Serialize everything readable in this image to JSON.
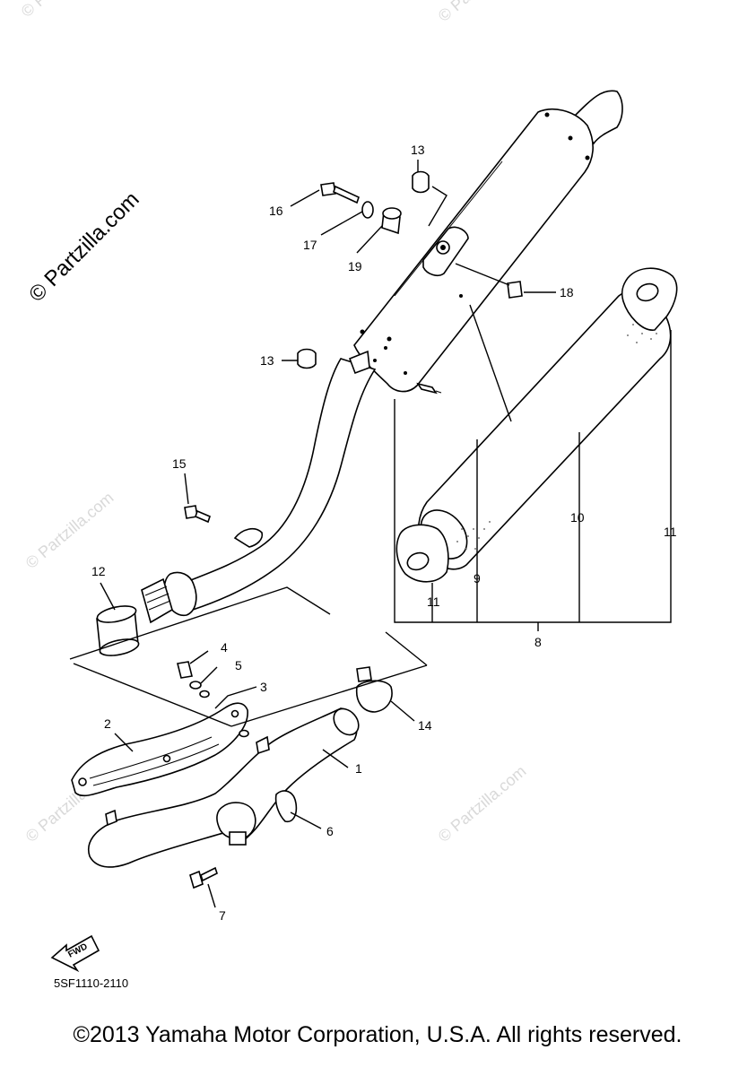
{
  "watermark": "© Partzilla.com",
  "side_watermark": "© Partzilla.com",
  "labels": {
    "p1": "1",
    "p2": "2",
    "p3": "3",
    "p4": "4",
    "p5": "5",
    "p6": "6",
    "p7": "7",
    "p8": "8",
    "p9": "9",
    "p10": "10",
    "p11a": "11",
    "p11b": "11",
    "p12": "12",
    "p13a": "13",
    "p13b": "13",
    "p14": "14",
    "p15": "15",
    "p16": "16",
    "p17": "17",
    "p18": "18",
    "p19": "19"
  },
  "fwd": "FWD",
  "diagram_code": "5SF1110-2110",
  "copyright": "©2013 Yamaha Motor Corporation, U.S.A. All rights reserved."
}
